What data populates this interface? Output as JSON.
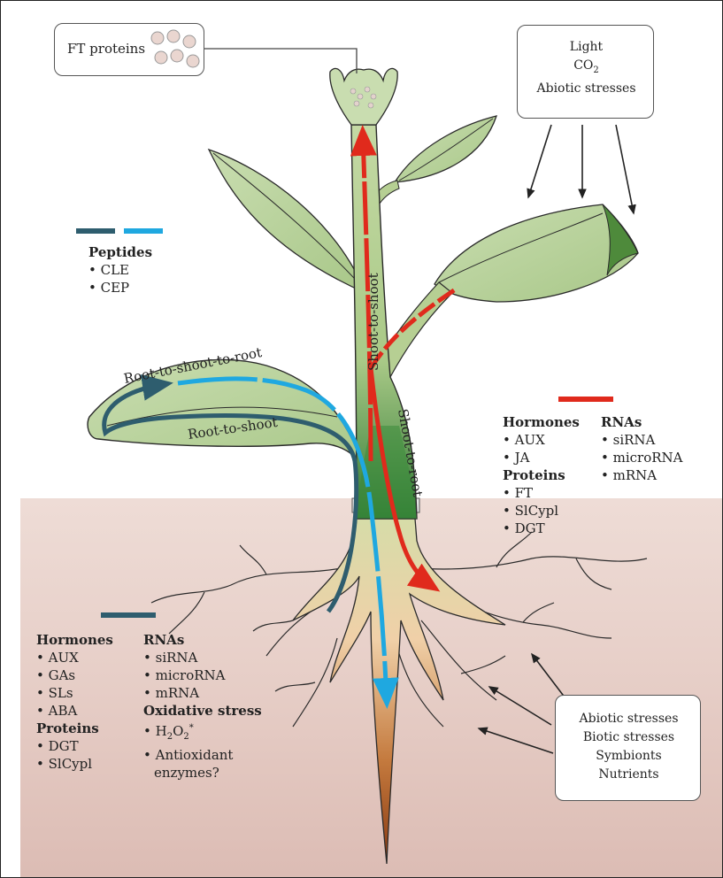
{
  "ft_box": {
    "label": "FT proteins"
  },
  "env_box": {
    "line1": "Light",
    "co2_main": "CO",
    "co2_sub": "2",
    "line3": "Abiotic stresses"
  },
  "soil_box": {
    "lines": [
      "Abiotic stresses",
      "Biotic stresses",
      "Symbionts",
      "Nutrients"
    ]
  },
  "peptides": {
    "title": "Peptides",
    "items": [
      "• CLE",
      "• CEP"
    ]
  },
  "pathways": {
    "root_to_shoot_to_root": "Root-to-shoot-to-root",
    "root_to_shoot": "Root-to-shoot",
    "shoot_to_shoot": "Shoot-to-shoot",
    "shoot_to_root": "Shoot-to-root"
  },
  "shoot_signals": {
    "hormones_title": "Hormones",
    "hormones": [
      "• AUX",
      "• JA"
    ],
    "proteins_title": "Proteins",
    "proteins": [
      "• FT",
      "• SlCypl",
      "• DGT"
    ],
    "rnas_title": "RNAs",
    "rnas": [
      "• siRNA",
      "• microRNA",
      "• mRNA"
    ]
  },
  "root_signals": {
    "hormones_title": "Hormones",
    "hormones": [
      "• AUX",
      "• GAs",
      "• SLs",
      "• ABA"
    ],
    "proteins_title": "Proteins",
    "proteins": [
      "• DGT",
      "• SlCypl"
    ],
    "rnas_title": "RNAs",
    "rnas": [
      "• siRNA",
      "• microRNA",
      "• mRNA"
    ],
    "oxidative_title": "Oxidative stress",
    "h2o2_prefix": "• H",
    "h2o2_sub1": "2",
    "h2o2_mid": "O",
    "h2o2_sub2": "2",
    "h2o2_sup": "*",
    "antioxidant_line1": "• Antioxidant",
    "antioxidant_line2": "enzymes?"
  },
  "colors": {
    "red_signal": "#e02a1c",
    "dark_teal_signal": "#2e5d6e",
    "light_blue_signal": "#1fa8e0",
    "shoot_green": "#b6cf93",
    "root_brown": "#9a4a1e"
  }
}
